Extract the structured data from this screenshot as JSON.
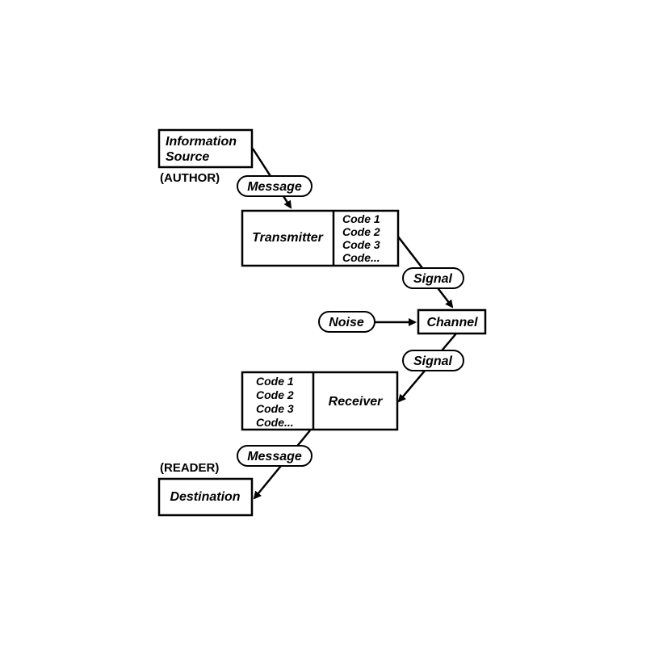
{
  "source": {
    "line1": "Information",
    "line2": "Source",
    "role": "(AUTHOR)"
  },
  "message_1": "Message",
  "transmitter": {
    "label": "Transmitter",
    "codes": [
      "Code 1",
      "Code 2",
      "Code 3",
      "Code..."
    ]
  },
  "signal_1": "Signal",
  "noise": "Noise",
  "channel": "Channel",
  "signal_2": "Signal",
  "receiver": {
    "label": "Receiver",
    "codes": [
      "Code 1",
      "Code 2",
      "Code 3",
      "Code..."
    ]
  },
  "message_2": "Message",
  "destination": {
    "label": "Destination",
    "role": "(READER)"
  }
}
